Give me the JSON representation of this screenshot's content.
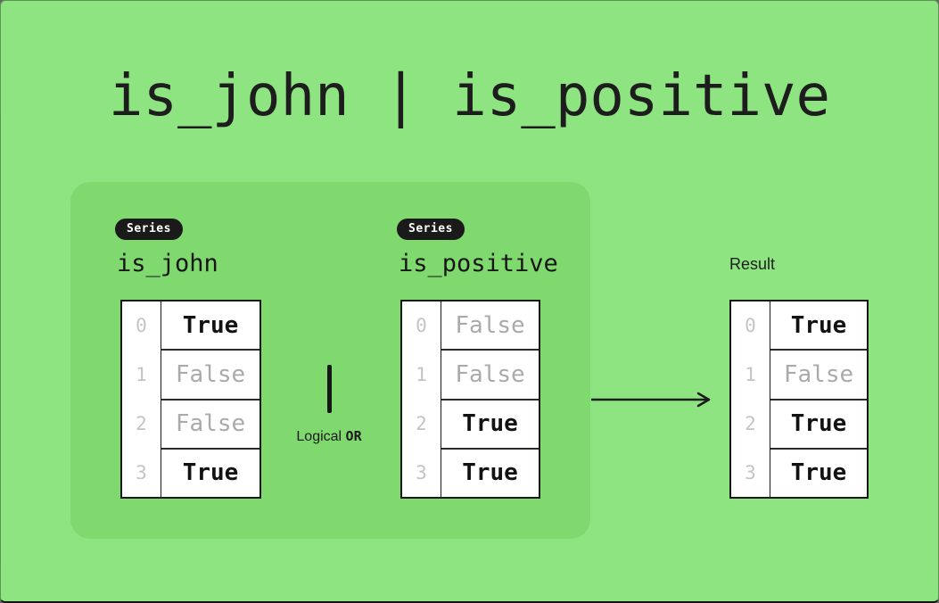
{
  "title": "is_john | is_positive",
  "colors": {
    "background_green": "#8ee481",
    "panel_green": "#80d96f",
    "badge_black": "#1a1a1a",
    "true_text": "#121212",
    "false_text": "#a9abaa",
    "index_text": "#c3c5c4",
    "table_border": "#191919"
  },
  "icons": {
    "arrow": "arrow-right-icon",
    "or_bar": "vertical-bar-or-icon"
  },
  "operands": [
    {
      "badge": "Series",
      "name": "is_john",
      "rows": [
        {
          "index": "0",
          "value": "True",
          "state": "true"
        },
        {
          "index": "1",
          "value": "False",
          "state": "false"
        },
        {
          "index": "2",
          "value": "False",
          "state": "false"
        },
        {
          "index": "3",
          "value": "True",
          "state": "true"
        }
      ]
    },
    {
      "badge": "Series",
      "name": "is_positive",
      "rows": [
        {
          "index": "0",
          "value": "False",
          "state": "false"
        },
        {
          "index": "1",
          "value": "False",
          "state": "false"
        },
        {
          "index": "2",
          "value": "True",
          "state": "true"
        },
        {
          "index": "3",
          "value": "True",
          "state": "true"
        }
      ]
    }
  ],
  "operator": {
    "symbol": "|",
    "label": "Logical ",
    "keyword": "OR"
  },
  "result": {
    "label": "Result",
    "rows": [
      {
        "index": "0",
        "value": "True",
        "state": "true"
      },
      {
        "index": "1",
        "value": "False",
        "state": "false"
      },
      {
        "index": "2",
        "value": "True",
        "state": "true"
      },
      {
        "index": "3",
        "value": "True",
        "state": "true"
      }
    ]
  }
}
